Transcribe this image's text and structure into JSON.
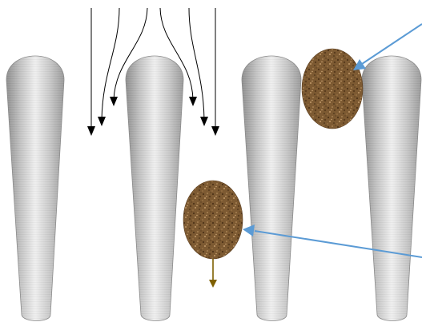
{
  "diagram": {
    "bars": [
      {
        "id": "bar-1"
      },
      {
        "id": "bar-2"
      },
      {
        "id": "bar-3"
      },
      {
        "id": "bar-4"
      }
    ],
    "particles": [
      {
        "id": "particle-passing",
        "state": "passing-through",
        "motion_indicator": "down-arrow"
      },
      {
        "id": "particle-trapped",
        "state": "trapped-between-bars"
      }
    ],
    "flow_lines": {
      "count": 6,
      "direction": "down",
      "color": "#000000"
    },
    "pointer_color": "#5b9bd5",
    "motion_arrow_color": "#7f6000",
    "bar_colors": [
      "#8e8e8e",
      "#d4d4d4",
      "#f2f2f2"
    ],
    "particle_colors": [
      "#6b4a24",
      "#8b6a3e",
      "#a98357"
    ]
  }
}
